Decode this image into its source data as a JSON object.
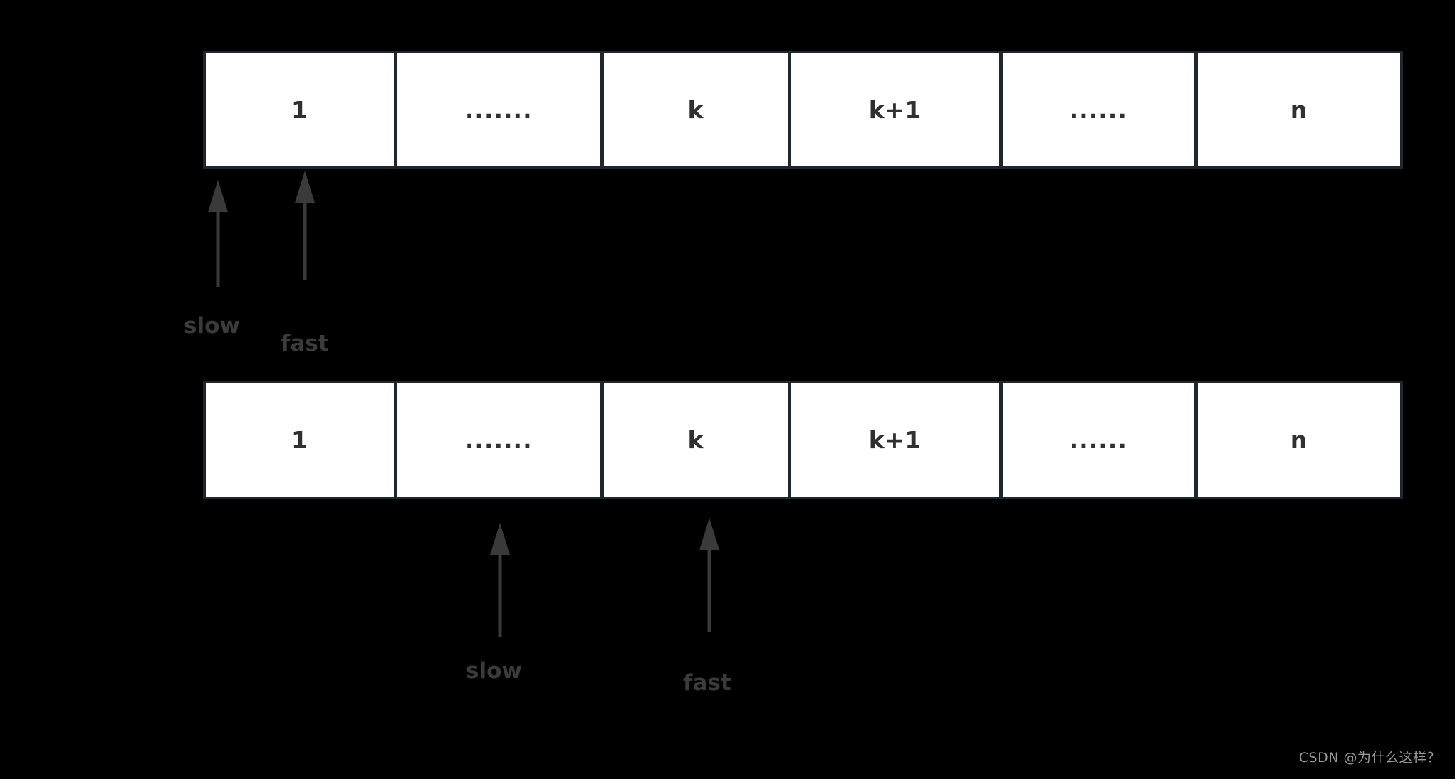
{
  "diagram": {
    "title": "two-pointer array diagram",
    "background_color": "#000000",
    "cell_fill_color": "#ffffff",
    "border_color": "#1e262e",
    "text_color": "#303030",
    "label_color": "#3b3b3b",
    "arrow_color": "#3a3a3a",
    "rows": [
      {
        "name": "row-1",
        "cells": [
          {
            "label": "1"
          },
          {
            "label": "......."
          },
          {
            "label": "k"
          },
          {
            "label": "k+1"
          },
          {
            "label": "......"
          },
          {
            "label": "n"
          }
        ],
        "pointers": [
          {
            "name": "slow",
            "label": "slow",
            "target_cell": 0
          },
          {
            "name": "fast",
            "label": "fast",
            "target_cell": 0
          }
        ]
      },
      {
        "name": "row-2",
        "cells": [
          {
            "label": "1"
          },
          {
            "label": "......."
          },
          {
            "label": "k"
          },
          {
            "label": "k+1"
          },
          {
            "label": "......"
          },
          {
            "label": "n"
          }
        ],
        "pointers": [
          {
            "name": "slow",
            "label": "slow",
            "target_cell": 1
          },
          {
            "name": "fast",
            "label": "fast",
            "target_cell": 2
          }
        ]
      }
    ]
  },
  "watermark": {
    "text": "CSDN @为什么这样？"
  }
}
